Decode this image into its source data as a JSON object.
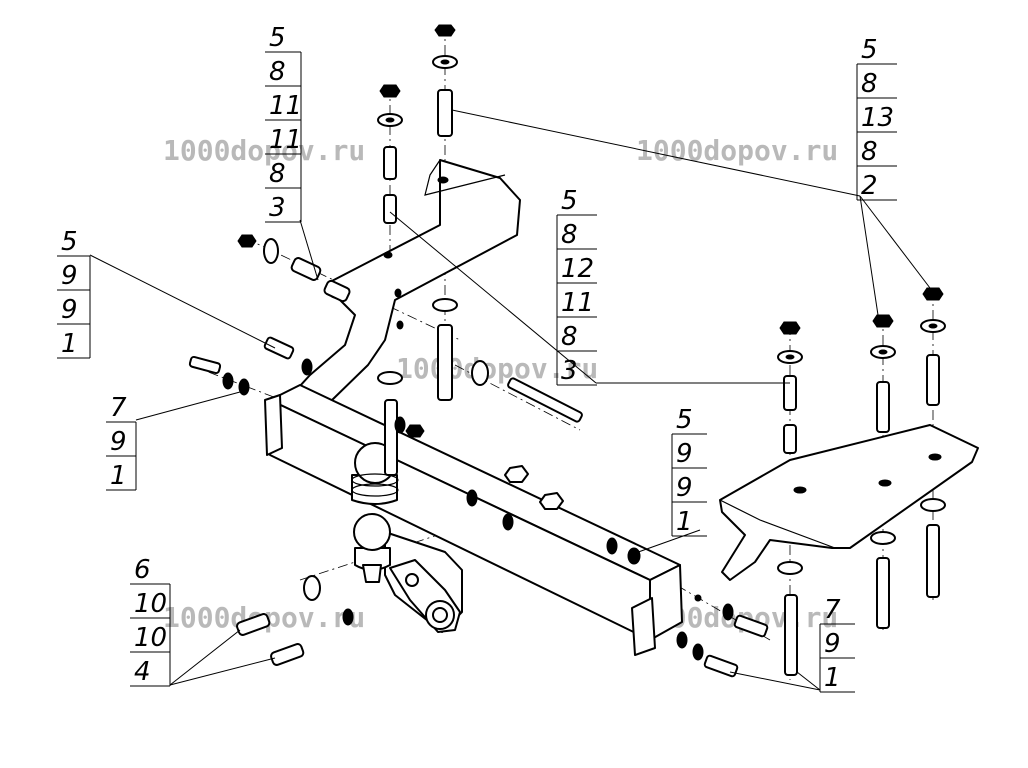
{
  "watermarks": [
    "1000dopov.ru",
    "1000dopov.ru",
    "1000dopov.ru",
    "1000dopov.ru",
    "1000dopov.ru"
  ],
  "callouts": [
    {
      "id": "c1",
      "numbers": [
        "5",
        "8",
        "11",
        "11",
        "8",
        "3"
      ]
    },
    {
      "id": "c2",
      "numbers": [
        "5",
        "8",
        "13",
        "8",
        "2"
      ]
    },
    {
      "id": "c3",
      "numbers": [
        "5",
        "9",
        "9",
        "1"
      ]
    },
    {
      "id": "c4",
      "numbers": [
        "5",
        "8",
        "12",
        "11",
        "8",
        "3"
      ]
    },
    {
      "id": "c5",
      "numbers": [
        "7",
        "9",
        "1"
      ]
    },
    {
      "id": "c6",
      "numbers": [
        "5",
        "9",
        "9",
        "1"
      ]
    },
    {
      "id": "c7",
      "numbers": [
        "6",
        "10",
        "10",
        "4"
      ]
    },
    {
      "id": "c8",
      "numbers": [
        "7",
        "9",
        "1"
      ]
    }
  ]
}
